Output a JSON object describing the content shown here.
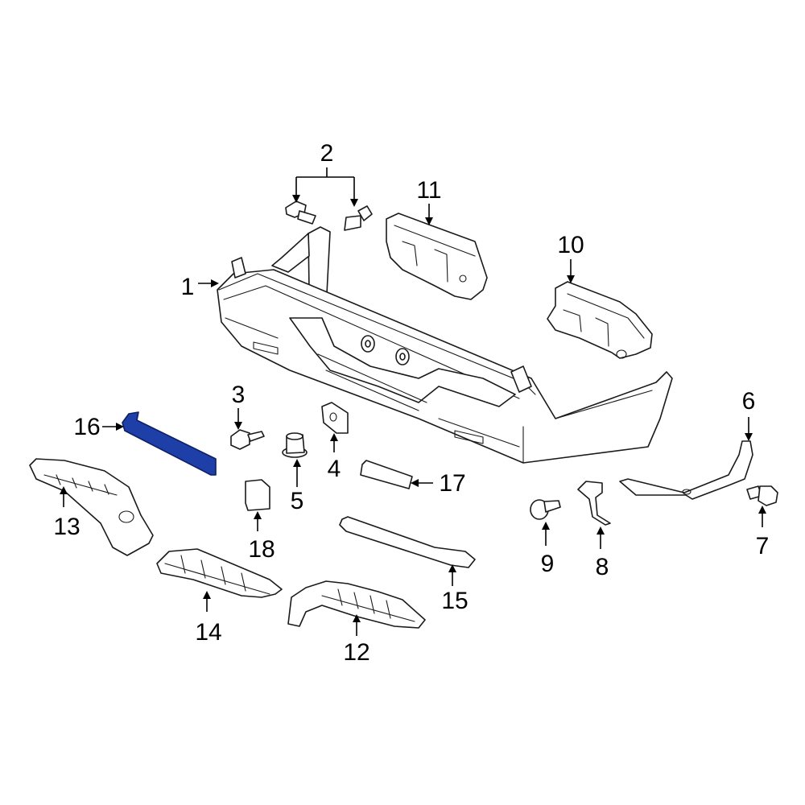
{
  "highlight_color": "#1f3fa8",
  "callouts": [
    {
      "id": "1",
      "label": "1"
    },
    {
      "id": "2",
      "label": "2"
    },
    {
      "id": "3",
      "label": "3"
    },
    {
      "id": "4",
      "label": "4"
    },
    {
      "id": "5",
      "label": "5"
    },
    {
      "id": "6",
      "label": "6"
    },
    {
      "id": "7",
      "label": "7"
    },
    {
      "id": "8",
      "label": "8"
    },
    {
      "id": "9",
      "label": "9"
    },
    {
      "id": "10",
      "label": "10"
    },
    {
      "id": "11",
      "label": "11"
    },
    {
      "id": "12",
      "label": "12"
    },
    {
      "id": "13",
      "label": "13"
    },
    {
      "id": "14",
      "label": "14"
    },
    {
      "id": "15",
      "label": "15"
    },
    {
      "id": "16",
      "label": "16"
    },
    {
      "id": "17",
      "label": "17"
    },
    {
      "id": "18",
      "label": "18"
    }
  ]
}
